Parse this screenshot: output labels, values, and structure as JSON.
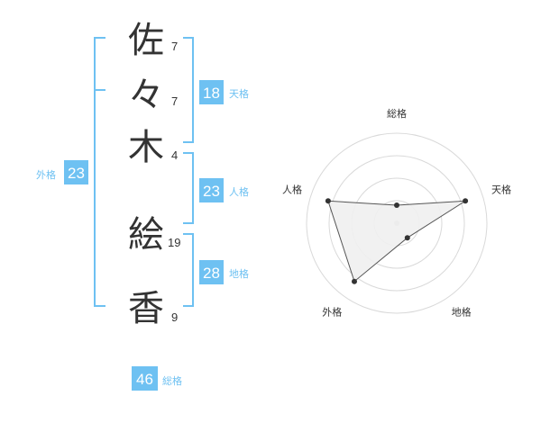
{
  "name": {
    "characters": [
      {
        "char": "佐",
        "strokes": "7"
      },
      {
        "char": "々",
        "strokes": "7"
      },
      {
        "char": "木",
        "strokes": "4"
      },
      {
        "char": "絵",
        "strokes": "19"
      },
      {
        "char": "香",
        "strokes": "9"
      }
    ]
  },
  "fortunes": {
    "tenkaku": {
      "value": "18",
      "label": "天格"
    },
    "jinkaku": {
      "value": "23",
      "label": "人格"
    },
    "chikaku": {
      "value": "28",
      "label": "地格"
    },
    "gaikaku": {
      "value": "23",
      "label": "外格"
    },
    "soukaku": {
      "value": "46",
      "label": "総格"
    }
  },
  "colors": {
    "accent": "#6ec1f2",
    "label_text": "#6ec1f2",
    "bracket": "#6ec1f2",
    "radar_fill": "#f0f0f0",
    "radar_line": "#555555",
    "radar_point": "#333333",
    "grid": "#d9d9d9"
  },
  "chart_data": {
    "type": "radar",
    "axes": [
      "総格",
      "天格",
      "地格",
      "外格",
      "人格"
    ],
    "values": [
      1,
      4,
      1,
      4,
      4
    ],
    "range": [
      0,
      5
    ],
    "rings": 4
  }
}
